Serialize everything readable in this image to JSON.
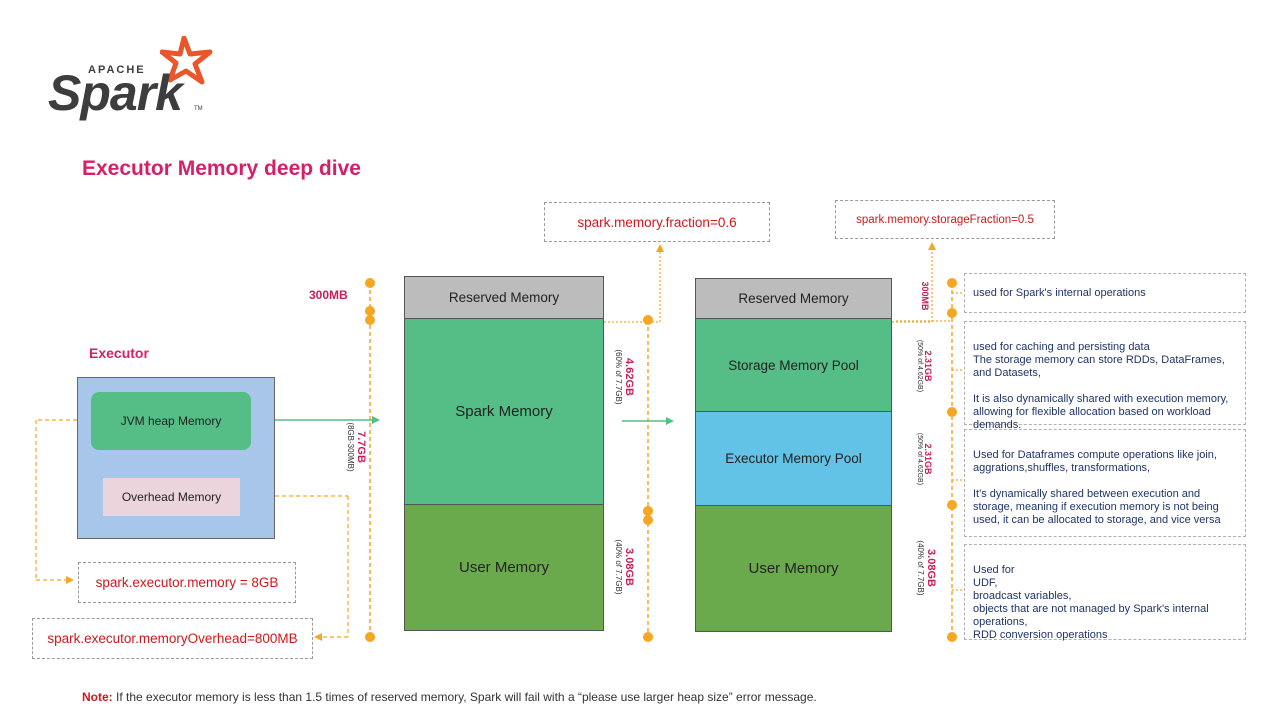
{
  "logo": {
    "apache": "APACHE",
    "spark": "Spark",
    "tm": "TM"
  },
  "title": "Executor Memory deep dive",
  "executor": {
    "label": "Executor",
    "jvm_heap": "JVM heap Memory",
    "overhead": "Overhead Memory"
  },
  "configs": {
    "executor_memory": "spark.executor.memory = 8GB",
    "memory_overhead": "spark.executor.memoryOverhead=800MB",
    "memory_fraction": "spark.memory.fraction=0.6",
    "storage_fraction": "spark.memory.storageFraction=0.5"
  },
  "left_column": {
    "reserved": "Reserved Memory",
    "spark": "Spark Memory",
    "user": "User Memory"
  },
  "right_column": {
    "reserved": "Reserved Memory",
    "storage": "Storage Memory Pool",
    "execution": "Executor Memory Pool",
    "user": "User Memory"
  },
  "labels": {
    "mb300_left": "300MB",
    "heap_size": "7.7GB",
    "heap_size_sub": "(8GB-300MB)",
    "spark_mem_size": "4.62GB",
    "spark_mem_sub": "(60% of 7.7GB)",
    "user_mem_size": "3.08GB",
    "user_mem_sub": "(40% of 7.7GB)",
    "mb300_right": "300MB",
    "storage_size": "2.31GB",
    "storage_sub": "(50% of 4.62GB)",
    "exec_size": "2.31GB",
    "exec_sub": "(50% of 4.62GB)",
    "user_right_size": "3.08GB",
    "user_right_sub": "(40% of 7.7GB)"
  },
  "descriptions": {
    "reserved": "used for Spark's internal operations",
    "storage": "used for caching and persisting data\nThe storage memory can store RDDs, DataFrames, and Datasets,\n\nIt is also dynamically shared with execution memory, allowing for flexible allocation based on workload demands.",
    "execution": "Used for Dataframes compute operations like join, aggrations,shuffles, transformations,\n\nIt's dynamically shared between execution and storage, meaning if execution memory is not being used, it can be allocated to storage, and vice versa",
    "user": "Used for\nUDF,\nbroadcast variables,\nobjects that are not managed by Spark's internal operations,\nRDD conversion operations"
  },
  "note": {
    "prefix": "Note:",
    "text": " If the executor memory is less than 1.5 times of reserved memory, Spark will fail with a “please use larger heap size” error message."
  },
  "colors": {
    "accent_pink": "#d61f69",
    "orange": "#f5a623",
    "green": "#55bd86",
    "dark_green": "#6aaa4c",
    "blue": "#62c3e6",
    "gray": "#bcbcbc"
  }
}
